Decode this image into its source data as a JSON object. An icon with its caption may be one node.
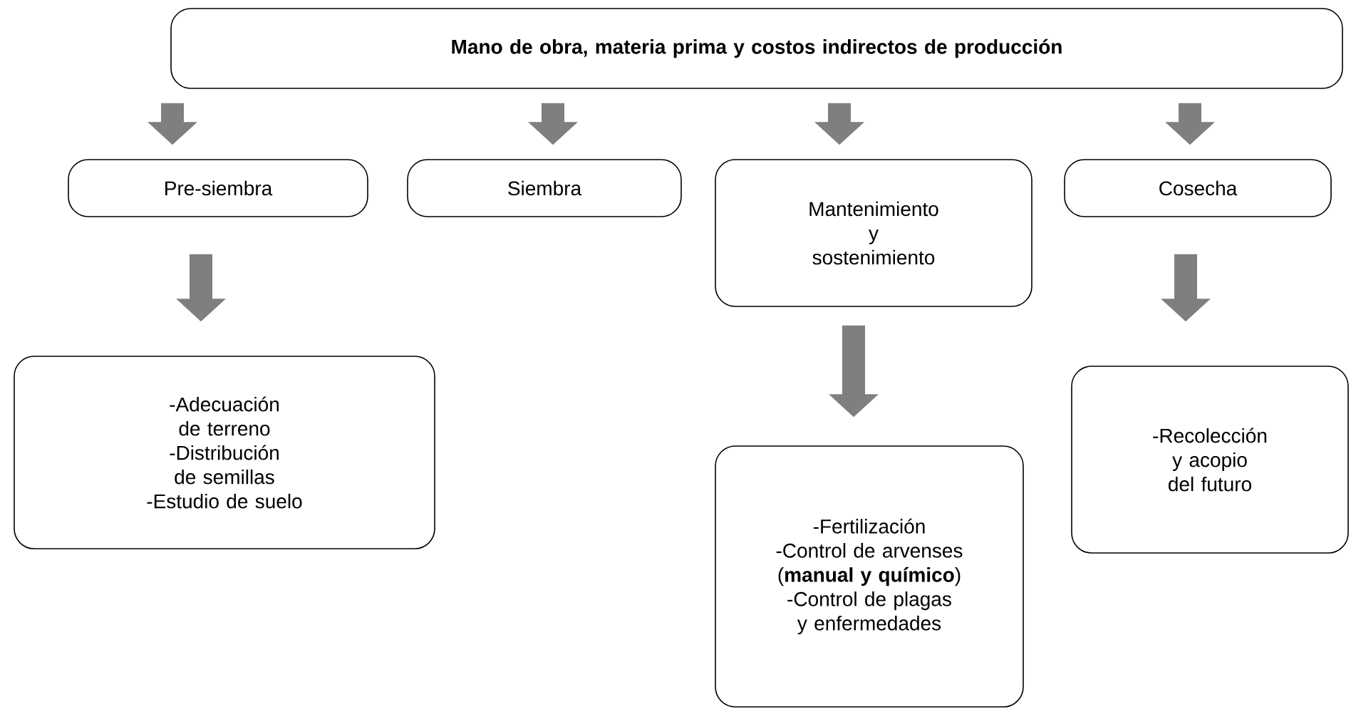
{
  "diagram": {
    "nodes": [
      {
        "text": [
          "Mano de obra, materia prima y costos indirectos de producción"
        ]
      },
      {
        "text": [
          "Pre-siembra"
        ]
      },
      {
        "text": [
          "Siembra"
        ]
      },
      {
        "text": [
          "Mantenimiento y sostenimiento"
        ]
      },
      {
        "text": [
          "Cosecha"
        ]
      },
      {
        "text": [
          "-Adecuación de terreno",
          "-Distribución de semillas",
          "-Estudio de suelo"
        ]
      },
      {
        "text": [
          "-Fertilización",
          "-Control de arvenses (**manual y químico**)",
          "-Control de plagas y enfermedades"
        ]
      },
      {
        "text": [
          "-Recolección y acopio del futuro"
        ]
      }
    ],
    "edges": [
      {
        "from": 0,
        "to": 1,
        "arrow": "to"
      },
      {
        "from": 0,
        "to": 2,
        "arrow": "to"
      },
      {
        "from": 0,
        "to": 3,
        "arrow": "to"
      },
      {
        "from": 0,
        "to": 4,
        "arrow": "to"
      },
      {
        "from": 1,
        "to": 5,
        "arrow": "to"
      },
      {
        "from": 3,
        "to": 6,
        "arrow": "to"
      },
      {
        "from": 4,
        "to": 7,
        "arrow": "to"
      }
    ]
  }
}
